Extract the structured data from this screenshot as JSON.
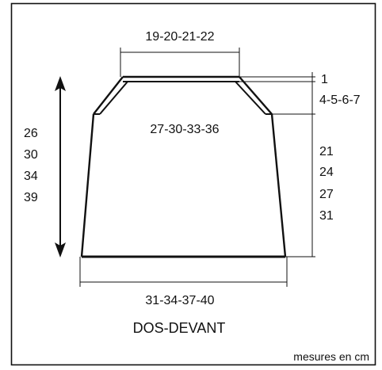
{
  "pattern": {
    "piece_name": "DOS-DEVANT",
    "units_note": "mesures en cm",
    "neck_width": "19-20-21-22",
    "top_band_height": "1",
    "yoke_height": "4-5-6-7",
    "underarm_width": "27-30-33-36",
    "body_height_values": [
      "21",
      "24",
      "27",
      "31"
    ],
    "total_height_values": [
      "26",
      "30",
      "34",
      "39"
    ],
    "bottom_width": "31-34-37-40"
  }
}
